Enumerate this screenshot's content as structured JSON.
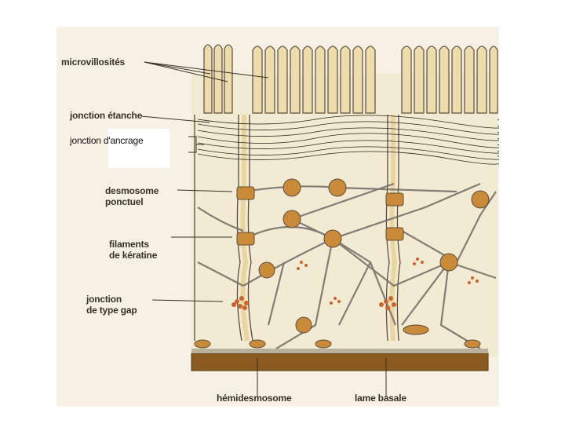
{
  "labels": {
    "microvillosites": "microvillosités",
    "jonction_etanche": "jonction étanche",
    "jonction_ancrage": "jonction d'ancrage",
    "desmosome_l1": "desmosome",
    "desmosome_l2": "ponctuel",
    "filaments_l1": "filaments",
    "filaments_l2": "de kératine",
    "gap_l1": "jonction",
    "gap_l2": "de type gap",
    "hemidesmosome": "hémidesmosome",
    "lame_basale": "lame basale"
  },
  "colors": {
    "background": "#f6f1e4",
    "membrane": "#e7cf95",
    "membrane_line": "#5a4e3c",
    "desmosome_plaque": "#c98a3a",
    "gap_dots": "#c8652a",
    "basal_lamina": "#8a5a20",
    "filament": "#6e6a64"
  }
}
